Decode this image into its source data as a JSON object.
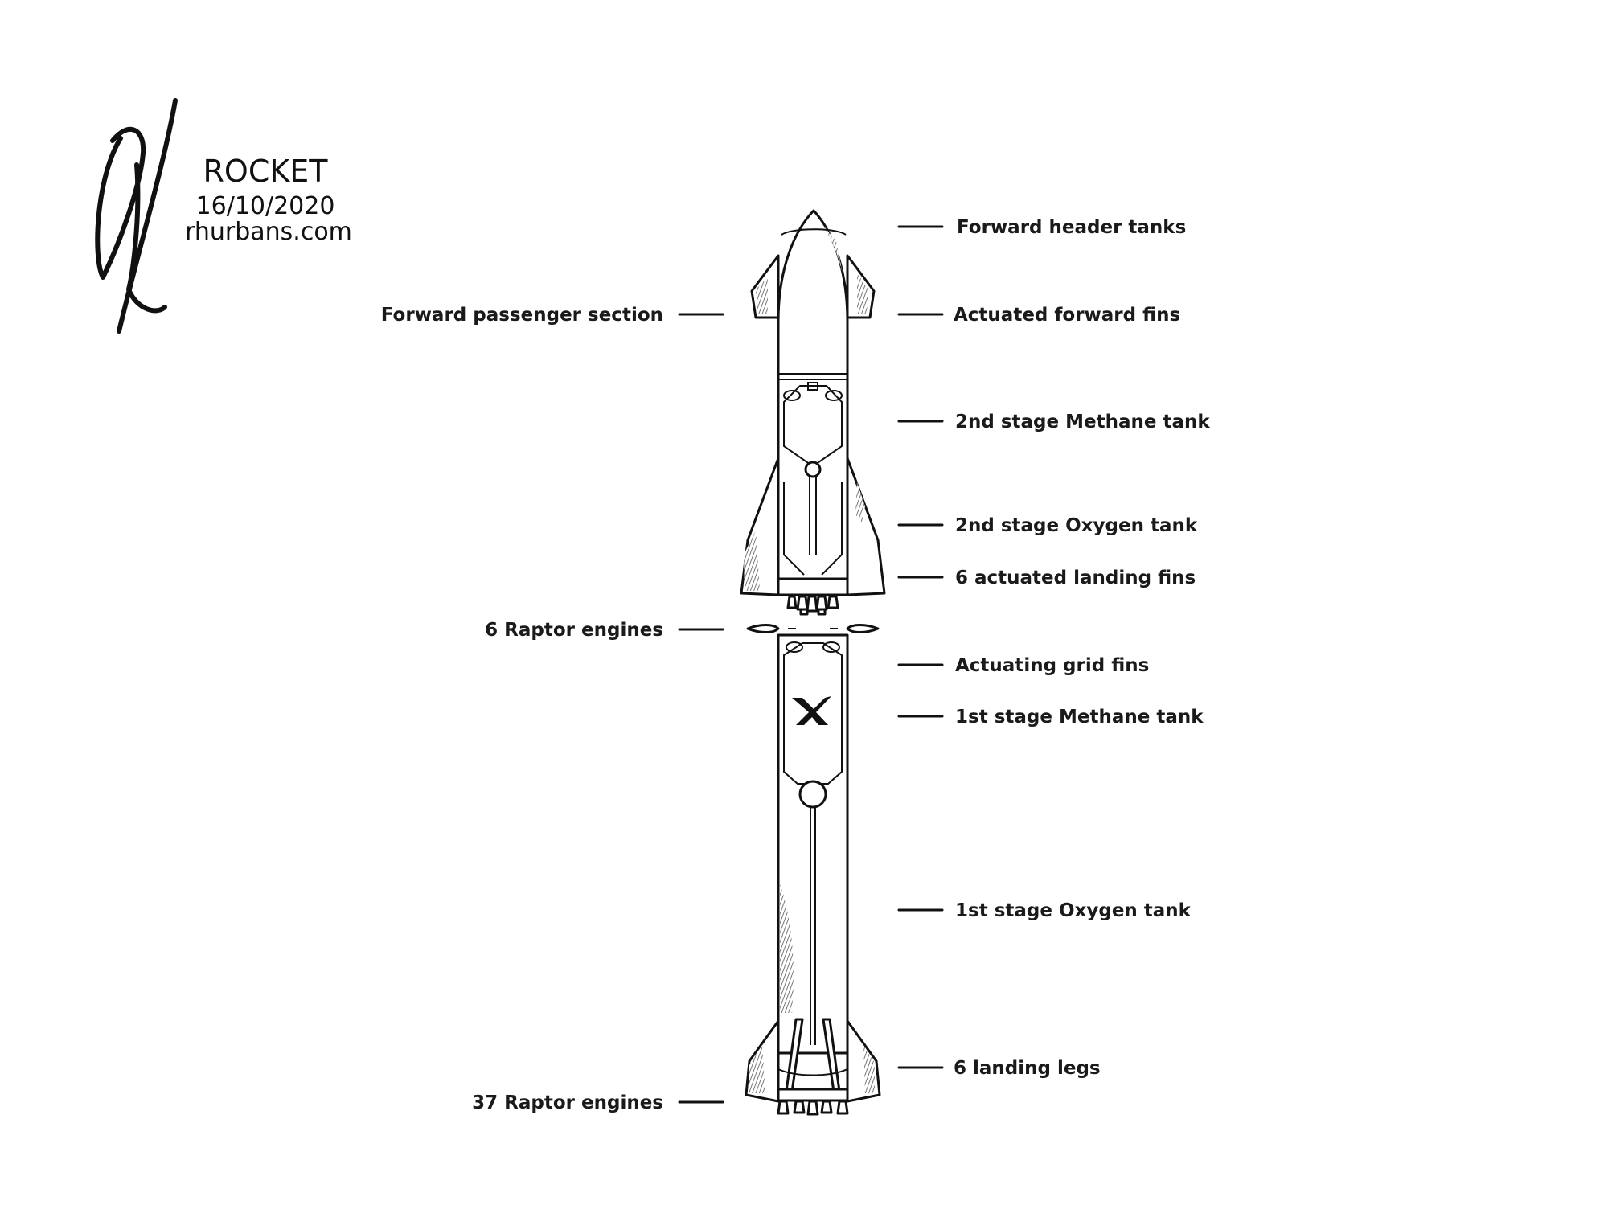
{
  "header": {
    "title": "ROCKET",
    "date": "16/10/2020",
    "website": "rhurbans.com"
  },
  "labels_right": [
    "Forward header tanks",
    "Actuated forward fins",
    "2nd stage Methane tank",
    "2nd stage Oxygen tank",
    "6 actuated landing fins",
    "Actuating grid fins",
    "1st stage Methane tank",
    "1st stage Oxygen tank",
    "6 landing legs"
  ],
  "labels_left": [
    "Forward passenger section",
    "6 Raptor engines",
    "37 Raptor engines"
  ],
  "icons": {
    "signature": "signature-mark",
    "logo": "spacex-x-logo"
  }
}
